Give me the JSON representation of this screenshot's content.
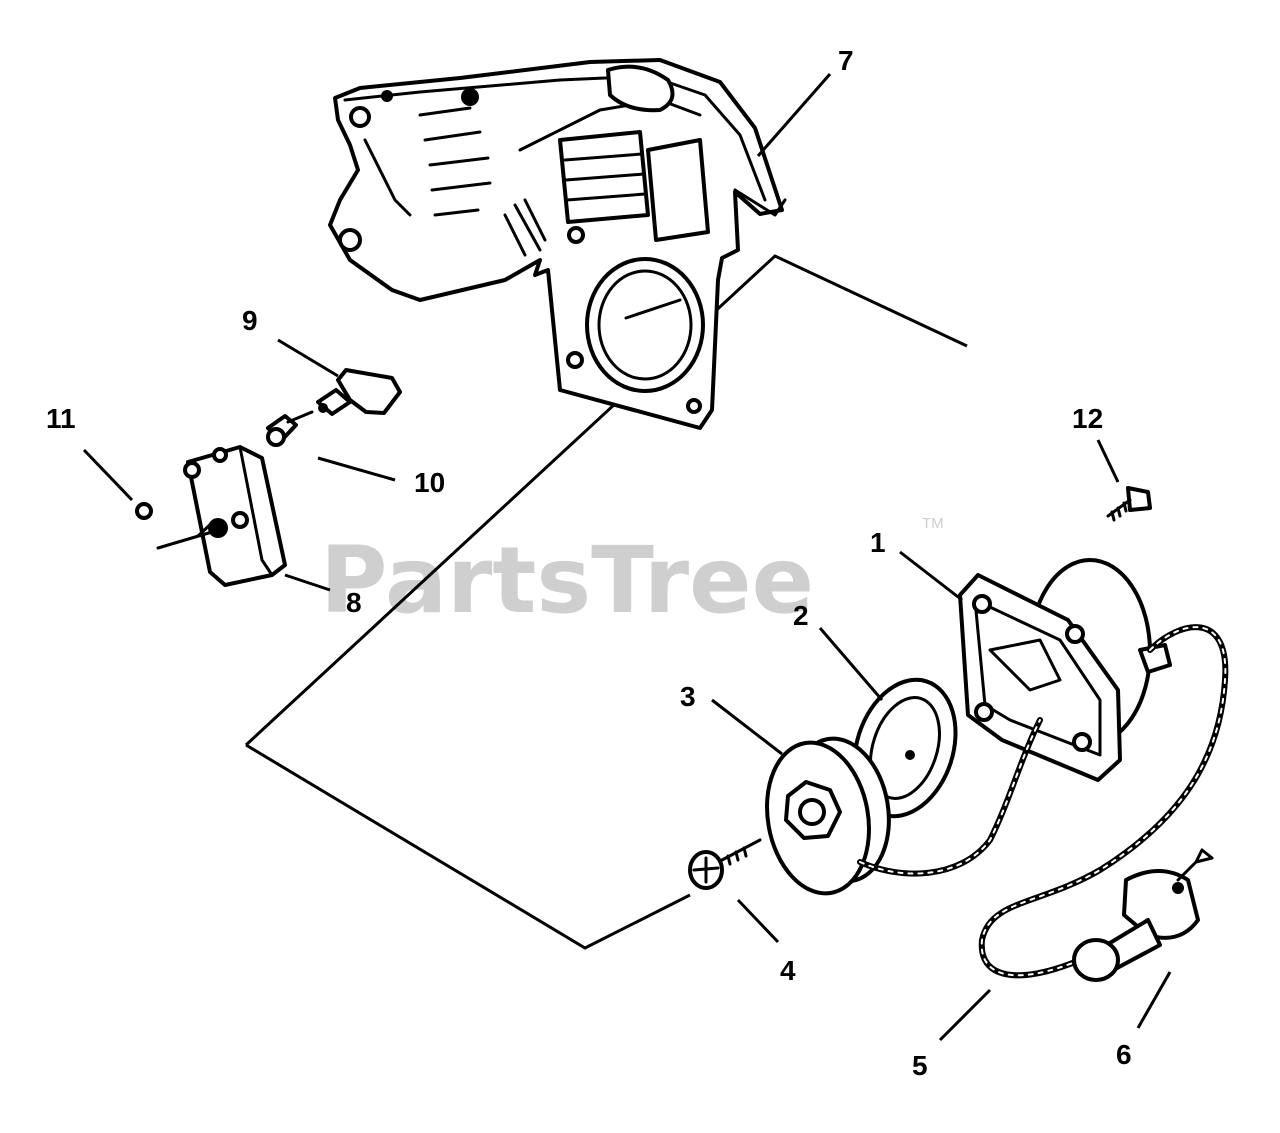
{
  "watermark": {
    "text": "PartsTree",
    "trademark": "TM"
  },
  "callouts": {
    "c1": "1",
    "c2": "2",
    "c3": "3",
    "c4": "4",
    "c5": "5",
    "c6": "6",
    "c7": "7",
    "c8": "8",
    "c9": "9",
    "c10": "10",
    "c11": "11",
    "c12": "12"
  },
  "colors": {
    "ink": "#000000",
    "background": "#ffffff",
    "watermark": "#cfcfcf"
  }
}
